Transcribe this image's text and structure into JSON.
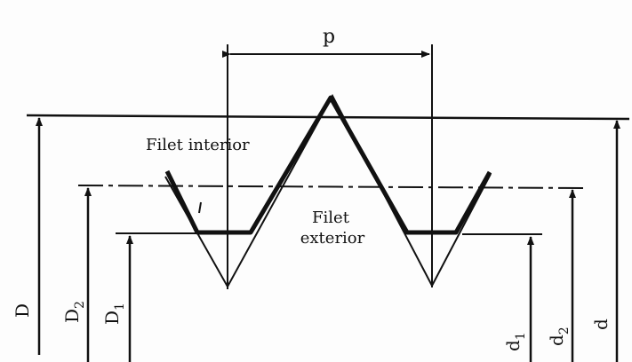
{
  "labels": {
    "pitch": "p",
    "internal_thread": "Filet interior",
    "external_thread_line1": "Filet",
    "external_thread_line2": "exterior",
    "D_main": "D",
    "D2_main": "D",
    "D2_sub": "2",
    "D1_main": "D",
    "D1_sub": "1",
    "d1_main": "d",
    "d1_sub": "1",
    "d2_main": "d",
    "d2_sub": "2",
    "d_main": "d"
  },
  "colors": {
    "ink": "#111111",
    "paper": "#fdfdfd"
  }
}
